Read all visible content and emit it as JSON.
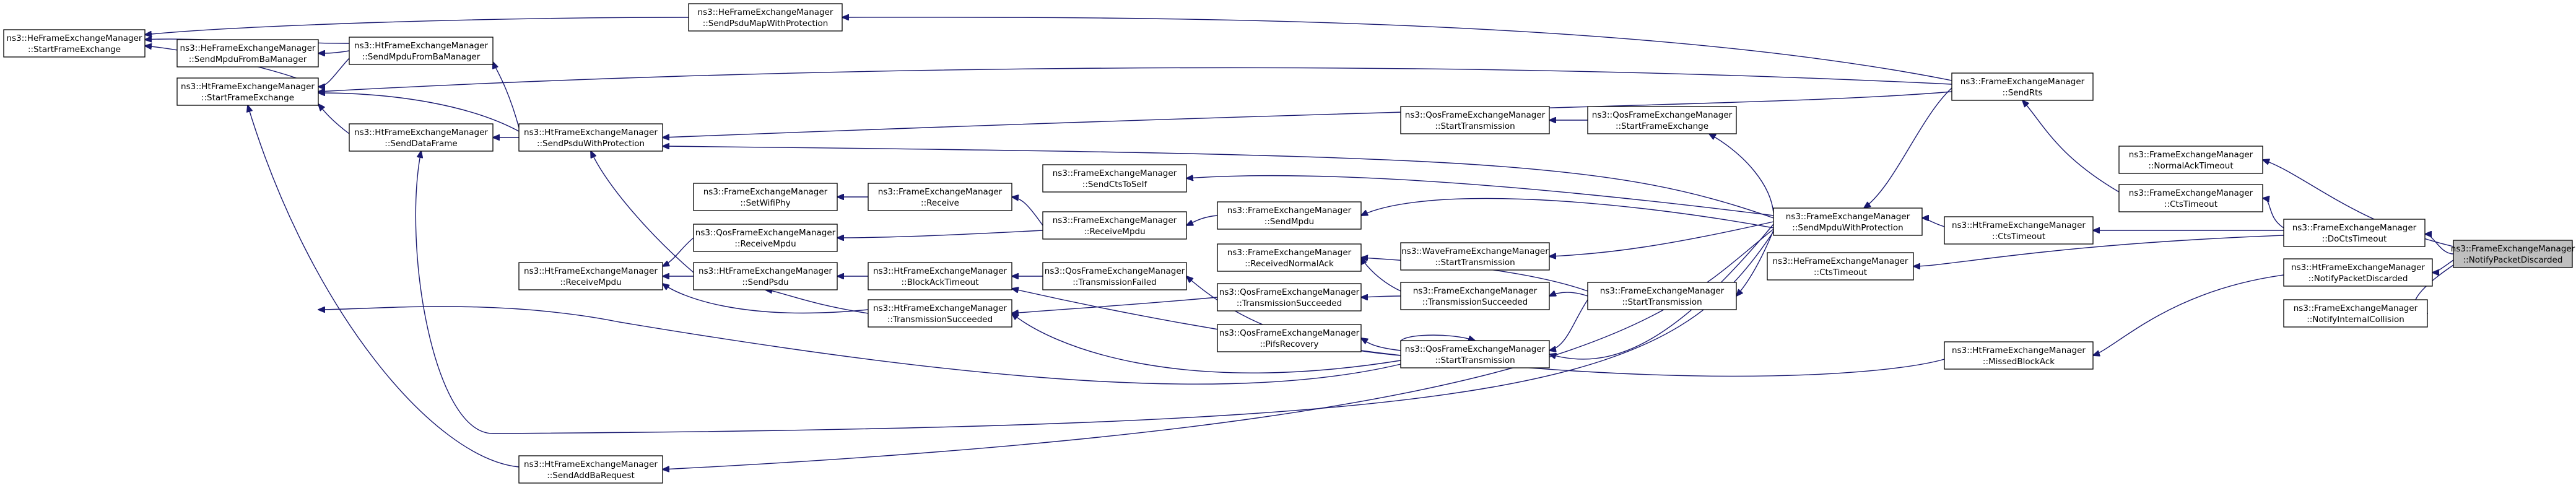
{
  "nodes": [
    {
      "id": "notifyPacketDiscarded",
      "line1": "ns3::FrameExchangeManager",
      "line2": "::NotifyPacketDiscarded",
      "focus": true
    },
    {
      "id": "normalAckTimeout",
      "line1": "ns3::FrameExchangeManager",
      "line2": "::NormalAckTimeout"
    },
    {
      "id": "fem_ctsTimeout",
      "line1": "ns3::FrameExchangeManager",
      "line2": "::CtsTimeout"
    },
    {
      "id": "doCtsTimeout",
      "line1": "ns3::FrameExchangeManager",
      "line2": "::DoCtsTimeout"
    },
    {
      "id": "ht_notifyPacketDiscarded",
      "line1": "ns3::HtFrameExchangeManager",
      "line2": "::NotifyPacketDiscarded"
    },
    {
      "id": "notifyInternalCollision",
      "line1": "ns3::FrameExchangeManager",
      "line2": "::NotifyInternalCollision"
    },
    {
      "id": "sendRts",
      "line1": "ns3::FrameExchangeManager",
      "line2": "::SendRts"
    },
    {
      "id": "ht_ctsTimeout",
      "line1": "ns3::HtFrameExchangeManager",
      "line2": "::CtsTimeout"
    },
    {
      "id": "he_ctsTimeout",
      "line1": "ns3::HeFrameExchangeManager",
      "line2": "::CtsTimeout"
    },
    {
      "id": "missedBlockAck",
      "line1": "ns3::HtFrameExchangeManager",
      "line2": "::MissedBlockAck"
    },
    {
      "id": "sendMpduWithProtection",
      "line1": "ns3::FrameExchangeManager",
      "line2": "::SendMpduWithProtection"
    },
    {
      "id": "sendPsduMapWithProtection",
      "line1": "ns3::HeFrameExchangeManager",
      "line2": "::SendPsduMapWithProtection"
    },
    {
      "id": "qos_startFrameExchange",
      "line1": "ns3::QosFrameExchangeManager",
      "line2": "::StartFrameExchange"
    },
    {
      "id": "qos_startTransmission_a",
      "line1": "ns3::QosFrameExchangeManager",
      "line2": "::StartTransmission"
    },
    {
      "id": "wave_startTransmission",
      "line1": "ns3::WaveFrameExchangeManager",
      "line2": "::StartTransmission"
    },
    {
      "id": "fem_startTransmission",
      "line1": "ns3::FrameExchangeManager",
      "line2": "::StartTransmission"
    },
    {
      "id": "fem_transmissionSucceeded",
      "line1": "ns3::FrameExchangeManager",
      "line2": "::TransmissionSucceeded"
    },
    {
      "id": "qos_startTransmission_b",
      "line1": "ns3::QosFrameExchangeManager",
      "line2": "::StartTransmission"
    },
    {
      "id": "qos_transmissionSucceeded",
      "line1": "ns3::QosFrameExchangeManager",
      "line2": "::TransmissionSucceeded"
    },
    {
      "id": "pifsRecovery",
      "line1": "ns3::QosFrameExchangeManager",
      "line2": "::PifsRecovery"
    },
    {
      "id": "qos_transmissionFailed",
      "line1": "ns3::QosFrameExchangeManager",
      "line2": "::TransmissionFailed"
    },
    {
      "id": "fem_sendMpdu",
      "line1": "ns3::FrameExchangeManager",
      "line2": "::SendMpdu"
    },
    {
      "id": "receivedNormalAck",
      "line1": "ns3::FrameExchangeManager",
      "line2": "::ReceivedNormalAck"
    },
    {
      "id": "fem_receiveMpdu",
      "line1": "ns3::FrameExchangeManager",
      "line2": "::ReceiveMpdu"
    },
    {
      "id": "fem_receive",
      "line1": "ns3::FrameExchangeManager",
      "line2": "::Receive"
    },
    {
      "id": "setWifiPhy",
      "line1": "ns3::FrameExchangeManager",
      "line2": "::SetWifiPhy"
    },
    {
      "id": "sendCtsToSelf",
      "line1": "ns3::FrameExchangeManager",
      "line2": "::SendCtsToSelf"
    },
    {
      "id": "qos_receiveMpdu",
      "line1": "ns3::QosFrameExchangeManager",
      "line2": "::ReceiveMpdu"
    },
    {
      "id": "blockAckTimeout",
      "line1": "ns3::HtFrameExchangeManager",
      "line2": "::BlockAckTimeout"
    },
    {
      "id": "ht_transmissionSucceeded",
      "line1": "ns3::HtFrameExchangeManager",
      "line2": "::TransmissionSucceeded"
    },
    {
      "id": "ht_sendPsdu",
      "line1": "ns3::HtFrameExchangeManager",
      "line2": "::SendPsdu"
    },
    {
      "id": "ht_receiveMpdu",
      "line1": "ns3::HtFrameExchangeManager",
      "line2": "::ReceiveMpdu"
    },
    {
      "id": "sendPsduWithProtection",
      "line1": "ns3::HtFrameExchangeManager",
      "line2": "::SendPsduWithProtection"
    },
    {
      "id": "sendDataFrame",
      "line1": "ns3::HtFrameExchangeManager",
      "line2": "::SendDataFrame"
    },
    {
      "id": "sendMpduFromBaManager",
      "line1": "ns3::HtFrameExchangeManager",
      "line2": "::SendMpduFromBaManager"
    },
    {
      "id": "he_sendMpduFromBaManager",
      "line1": "ns3::HeFrameExchangeManager",
      "line2": "::SendMpduFromBaManager"
    },
    {
      "id": "ht_startFrameExchange",
      "line1": "ns3::HtFrameExchangeManager",
      "line2": "::StartFrameExchange"
    },
    {
      "id": "he_startFrameExchange",
      "line1": "ns3::HeFrameExchangeManager",
      "line2": "::StartFrameExchange"
    },
    {
      "id": "sendAddBaRequest",
      "line1": "ns3::HtFrameExchangeManager",
      "line2": "::SendAddBaRequest"
    }
  ]
}
